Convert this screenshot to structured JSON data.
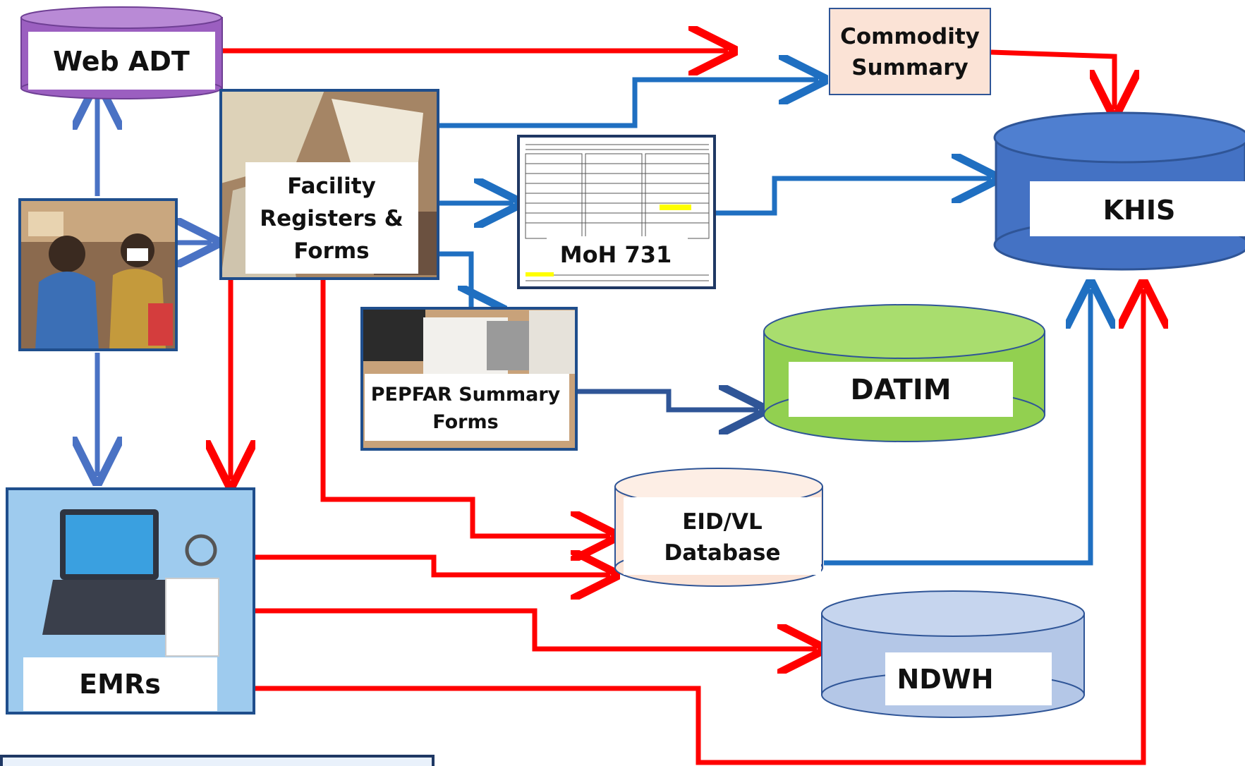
{
  "nodes": {
    "web_adt": {
      "label": "Web ADT",
      "fill": "#9b5fc0"
    },
    "commodity_summary": {
      "line1": "Commodity",
      "line2": "Summary",
      "fill": "#fbe3d6"
    },
    "khis": {
      "label": "KHIS",
      "fill": "#4472c4"
    },
    "facility_registers": {
      "line1": "Facility",
      "line2": "Registers &",
      "line3": "Forms"
    },
    "moh_731": {
      "label": "MoH 731"
    },
    "pepfar_summary": {
      "line1": "PEPFAR Summary",
      "line2": "Forms"
    },
    "datim": {
      "label": "DATIM",
      "fill": "#92d050"
    },
    "eid_vl": {
      "line1": "EID/VL",
      "line2": "Database",
      "fill": "#fbe3d6"
    },
    "ndwh": {
      "label": "NDWH",
      "fill": "#b4c7e7"
    },
    "emrs": {
      "label": "EMRs"
    },
    "patient_photo": {}
  },
  "colors": {
    "blue_arrow": "#1f6fc1",
    "red_arrow": "#ff0000",
    "frame_border": "#1f4e8c"
  }
}
